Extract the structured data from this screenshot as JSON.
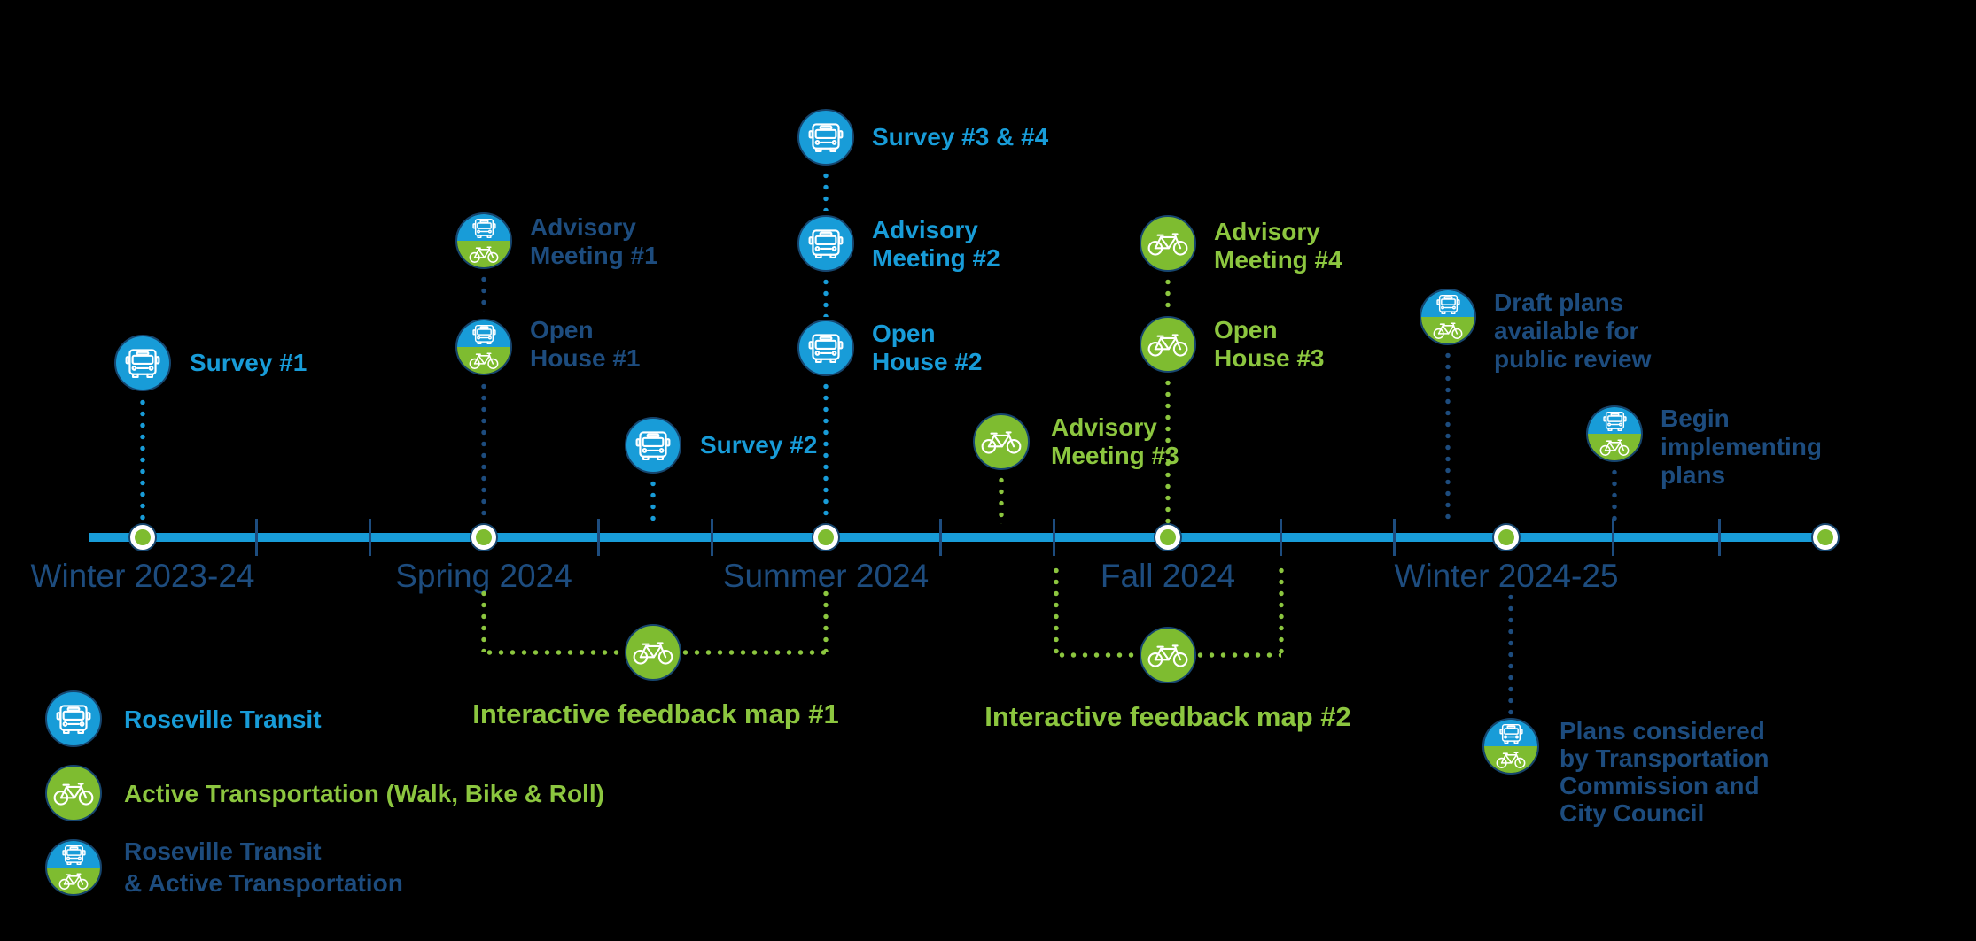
{
  "colors": {
    "bright_blue": "#189CD8",
    "navy": "#1D4C7E",
    "green_text": "#8CC63F",
    "green_fill": "#7EBC30",
    "white": "#FFFFFF",
    "background": "#000000"
  },
  "timeline": {
    "seasons": [
      {
        "label": "Winter 2023-24"
      },
      {
        "label": "Spring 2024"
      },
      {
        "label": "Summer 2024"
      },
      {
        "label": "Fall 2024"
      },
      {
        "label": "Winter 2024-25"
      }
    ]
  },
  "events": {
    "survey1": {
      "label": "Survey #1",
      "type": "transit"
    },
    "advisory1": {
      "label": "Advisory\nMeeting #1",
      "type": "both"
    },
    "open1": {
      "label": "Open\nHouse #1",
      "type": "both"
    },
    "survey2": {
      "label": "Survey #2",
      "type": "transit"
    },
    "survey34": {
      "label": "Survey #3 & #4",
      "type": "transit"
    },
    "advisory2": {
      "label": "Advisory\nMeeting #2",
      "type": "transit"
    },
    "open2": {
      "label": "Open\nHouse #2",
      "type": "transit"
    },
    "advisory3": {
      "label": "Advisory\nMeeting #3",
      "type": "active"
    },
    "advisory4": {
      "label": "Advisory\nMeeting #4",
      "type": "active"
    },
    "open3": {
      "label": "Open\nHouse #3",
      "type": "active"
    },
    "draft_plans": {
      "label": "Draft plans\navailable for\npublic review",
      "type": "both"
    },
    "begin_implementing": {
      "label": "Begin\nimplementing\nplans",
      "type": "both"
    },
    "feedback_map1": {
      "label": "Interactive feedback map #1",
      "type": "active"
    },
    "feedback_map2": {
      "label": "Interactive feedback map #2",
      "type": "active"
    },
    "plans_considered": {
      "label": "Plans considered\nby Transportation\nCommission and\nCity Council",
      "type": "both"
    }
  },
  "legend": {
    "items": [
      {
        "label": "Roseville Transit",
        "type": "transit"
      },
      {
        "label": "Active Transportation (Walk, Bike & Roll)",
        "type": "active"
      },
      {
        "label": "Roseville Transit\n& Active Transportation",
        "type": "both"
      }
    ]
  }
}
